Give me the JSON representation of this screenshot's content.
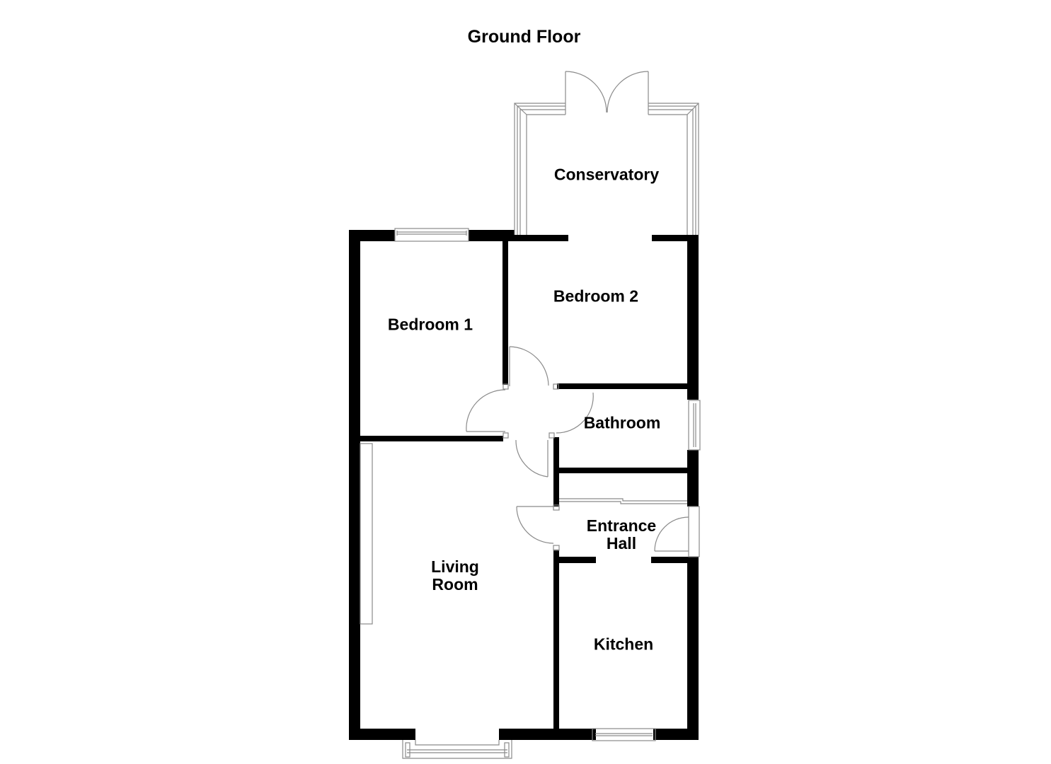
{
  "title": "Ground Floor",
  "rooms": {
    "conservatory": {
      "label": "Conservatory"
    },
    "bedroom1": {
      "label": "Bedroom 1"
    },
    "bedroom2": {
      "label": "Bedroom 2"
    },
    "bathroom": {
      "label": "Bathroom"
    },
    "entrance_hall": {
      "label_line1": "Entrance",
      "label_line2": "Hall"
    },
    "living_room": {
      "label_line1": "Living",
      "label_line2": "Room"
    },
    "kitchen": {
      "label": "Kitchen"
    }
  },
  "colors": {
    "wall": "#000000",
    "fixture": "#8a8a8a",
    "background": "#ffffff"
  }
}
